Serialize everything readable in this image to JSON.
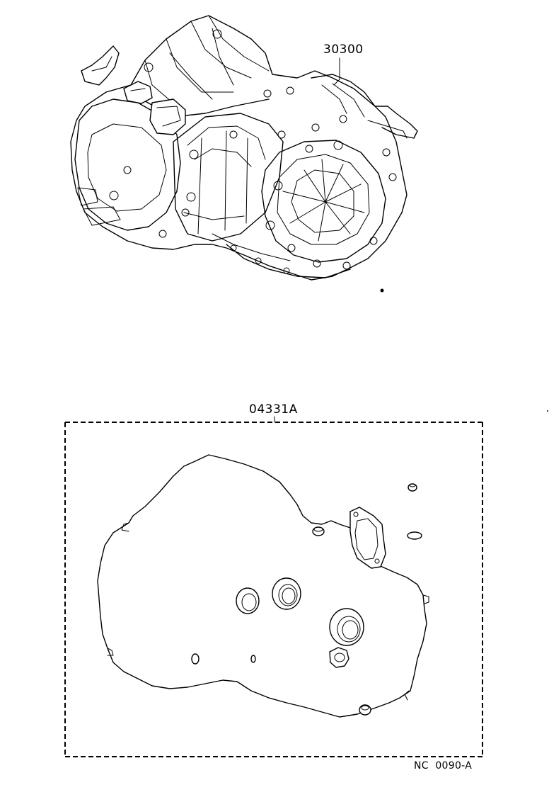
{
  "diagram": {
    "parts": [
      {
        "part_number": "30300"
      },
      {
        "part_number": "04331A"
      }
    ],
    "reference_code": "NC  0090-A",
    "colors": {
      "line": "#000000",
      "background": "#ffffff"
    }
  }
}
